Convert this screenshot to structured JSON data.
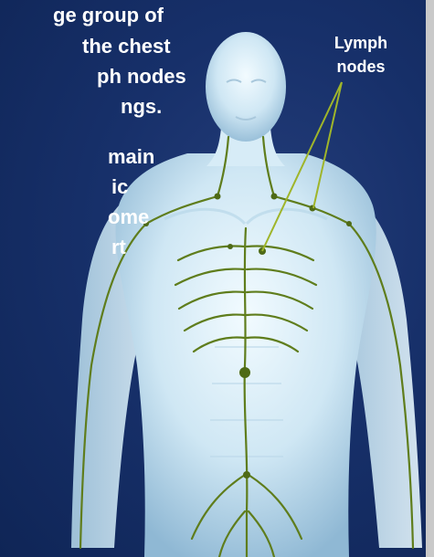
{
  "paragraph_1": {
    "lines": [
      "ge group of",
      "the chest",
      "ph nodes",
      "ngs."
    ]
  },
  "paragraph_2": {
    "lines": [
      "main",
      "ic",
      "ome",
      "rt"
    ]
  },
  "callout": {
    "line1": "Lymph",
    "line2": "nodes"
  },
  "colors": {
    "background": "#12285a",
    "body": "#dfeff8",
    "lymph": "#5f7d1c",
    "leader": "#9fb52a",
    "text": "#ffffff"
  }
}
